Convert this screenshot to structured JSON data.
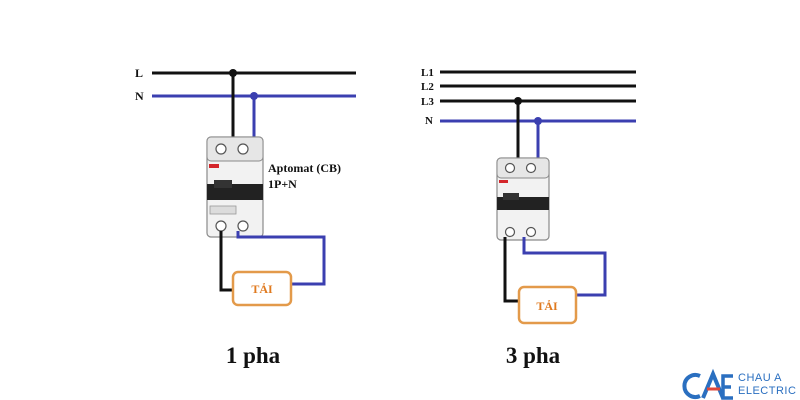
{
  "diagram_1p": {
    "line_labels": [
      "L",
      "N"
    ],
    "breaker_label_line1": "Aptomat (CB)",
    "breaker_label_line2": "1P+N",
    "load_label": "TẢI",
    "caption": "1 pha"
  },
  "diagram_3p": {
    "line_labels": [
      "L1",
      "L2",
      "L3",
      "N"
    ],
    "load_label": "TẢI",
    "caption": "3 pha"
  },
  "brand": {
    "line1": "CHAU A",
    "line2": "ELECTRIC",
    "logo_color": "#2a6fc0",
    "accent_color": "#e0473a"
  },
  "colors": {
    "phase_wire": "#111111",
    "neutral_wire": "#3b3fb0",
    "load_border": "#e39a4a",
    "load_text": "#e07a1f",
    "breaker_body": "#f2f2f2",
    "breaker_brand_red": "#d4262b"
  }
}
